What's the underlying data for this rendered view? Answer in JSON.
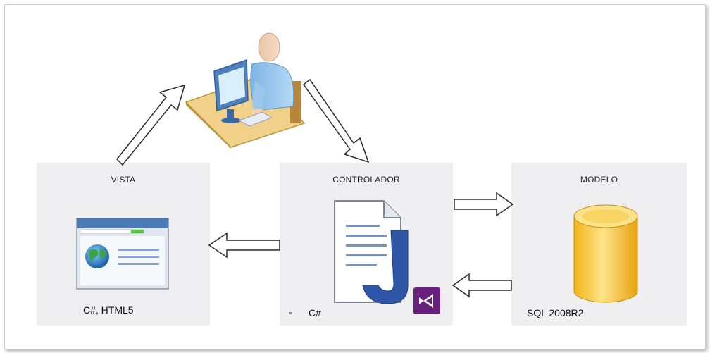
{
  "vista": {
    "title": "VISTA",
    "tech": "C#, HTML5"
  },
  "controlador": {
    "title": "CONTROLADOR",
    "tech": "C#"
  },
  "modelo": {
    "title": "MODELO",
    "tech": "SQL 2008R2"
  },
  "icons": {
    "user": "user-at-computer-icon",
    "browser": "web-browser-globe-icon",
    "document": "code-document-icon",
    "visual_studio": "visual-studio-icon",
    "database": "database-cylinder-icon"
  },
  "colors": {
    "panel": "#efeff1",
    "database": "#f5c63c",
    "document_j": "#2f56a6",
    "visual_studio": "#68217a"
  }
}
